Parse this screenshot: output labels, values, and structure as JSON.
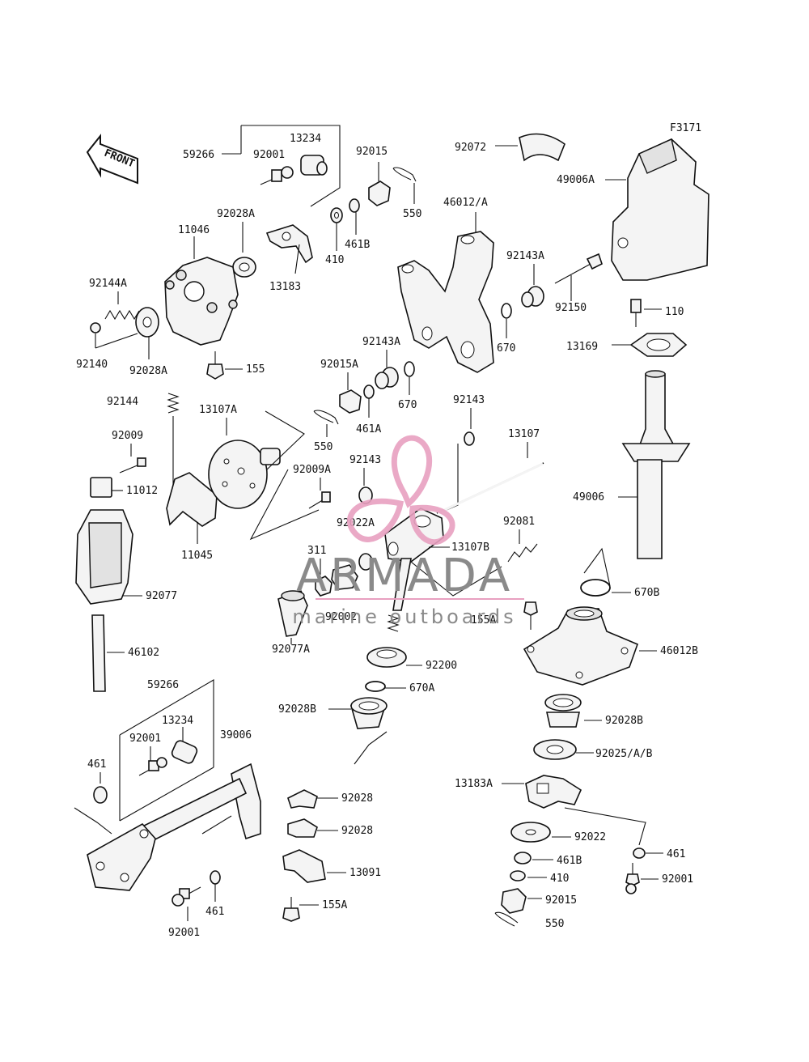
{
  "figure_code": "F3171",
  "front_label": "FRONT",
  "watermark": {
    "line1": "ARMADA",
    "line2": "marine outboards",
    "accent": "#e8a0c0",
    "text_color": "#8a8a8a"
  },
  "labels": {
    "p59266a": "59266",
    "p92001a": "92001",
    "p13234a": "13234",
    "p92015a": "92015",
    "p92072": "92072",
    "p49006A": "49006A",
    "p550a": "550",
    "p92028Aa": "92028A",
    "p11046": "11046",
    "p410a": "410",
    "p461Ba": "461B",
    "p13183": "13183",
    "p46012A": "46012/A",
    "p92143Aa": "92143A",
    "p92150": "92150",
    "p110": "110",
    "p670a": "670",
    "p13169": "13169",
    "p92144A": "92144A",
    "p92140": "92140",
    "p92028Ab": "92028A",
    "p155": "155",
    "p92143Ab": "92143A",
    "p92015A": "92015A",
    "p670b": "670",
    "p461A": "461A",
    "p92143a": "92143",
    "p92144": "92144",
    "p13107A": "13107A",
    "p550b": "550",
    "p92009": "92009",
    "p13107": "13107",
    "p11012": "11012",
    "p92009A": "92009A",
    "p92143b": "92143",
    "p92022A": "92022A",
    "p49006": "49006",
    "p11045": "11045",
    "p92081": "92081",
    "p13107B": "13107B",
    "p311": "311",
    "p92077": "92077",
    "p92002": "92002",
    "p155Aa": "155A",
    "p670B": "670B",
    "p92077A": "92077A",
    "p46102": "46102",
    "p46012B": "46012B",
    "p92200": "92200",
    "p59266b": "59266",
    "p670A": "670A",
    "p92028Ba": "92028B",
    "p92028Bb": "92028B",
    "p13234b": "13234",
    "p39006": "39006",
    "p92001b": "92001",
    "p92025": "92025/A/B",
    "p461a": "461",
    "p13183A": "13183A",
    "p92028a": "92028",
    "p92028b": "92028",
    "p92022": "92022",
    "p461b": "461",
    "p461Bb": "461B",
    "p13091": "13091",
    "p92001c": "92001",
    "p410b": "410",
    "p155Ab": "155A",
    "p92015b": "92015",
    "p461c": "461",
    "p92001d": "92001",
    "p550c": "550"
  }
}
